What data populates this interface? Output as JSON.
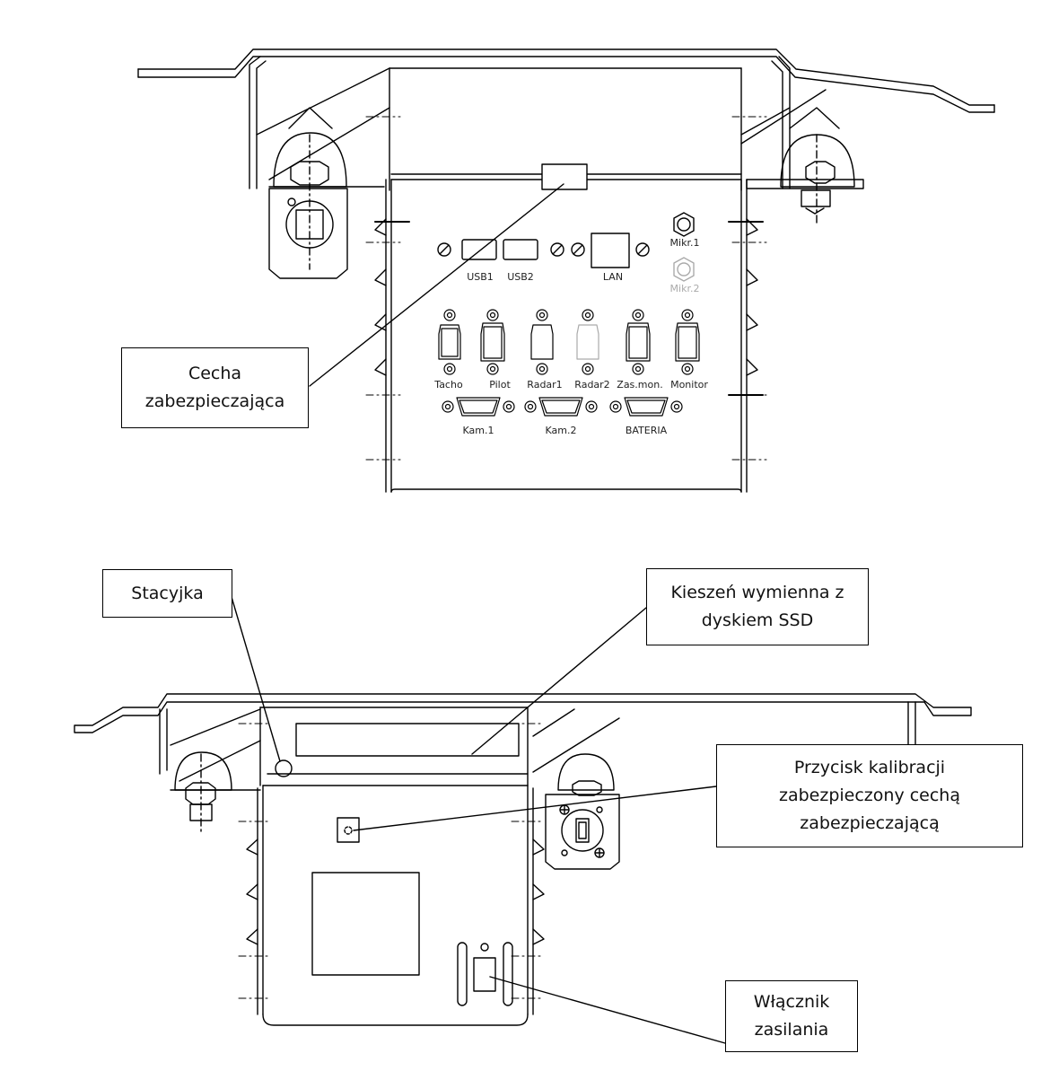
{
  "diagram": {
    "top_view": {
      "port_labels": [
        "USB1",
        "USB2",
        "LAN",
        "Mikr.1",
        "Mikr.2",
        "Tacho",
        "Pilot",
        "Radar1",
        "Radar2",
        "Zas.mon.",
        "Monitor",
        "Kam.1",
        "Kam.2",
        "BATERIA"
      ]
    },
    "callouts": {
      "cecha": "Cecha\nzabezpieczająca",
      "stacyjka": "Stacyjka",
      "kieszen": "Kieszeń wymienna z\ndyskiem SSD",
      "przycisk": "Przycisk kalibracji\nzabezpieczony cechą\nzabezpieczającą",
      "wlacznik": "Włącznik\nzasilania"
    }
  },
  "colors": {
    "line": "#000000",
    "label": "#222222",
    "faint": "#aaaaaa"
  }
}
